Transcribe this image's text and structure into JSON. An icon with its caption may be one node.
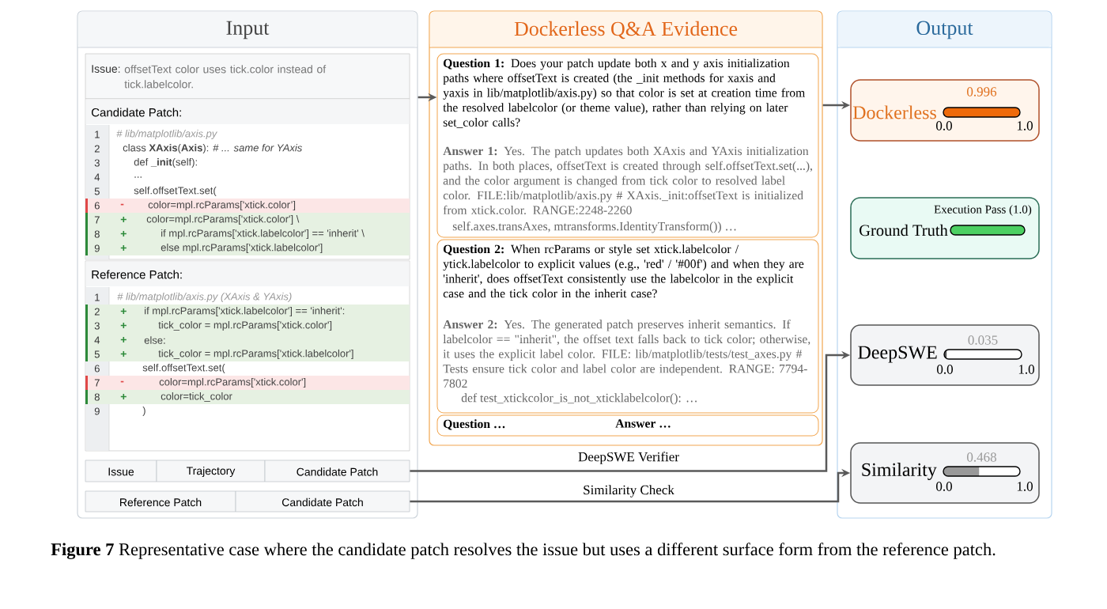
{
  "diagram": {
    "caption": "**Figure 7** Representative case where the candidate patch resolves the issue but uses a different surface form from the reference patch.",
    "nodes": [
      {
        "text": [
          "Input"
        ]
      },
      {
        "text": [
          "Issue:",
          "offsetText color uses tick.color instead of tick.labelcolor."
        ],
        "in": 0
      },
      {
        "text": [
          "Candidate Patch:"
        ],
        "in": 0
      },
      {
        "text": [
          "1",
          "# lib/matplotlib/axis.py"
        ],
        "in": 2
      },
      {
        "text": [
          "2",
          "class **XAxis**(**Axis**):  *# ... same for YAxis*"
        ],
        "in": 2
      },
      {
        "text": [
          "3",
          "def **_init**(self):"
        ],
        "in": 2
      },
      {
        "text": [
          "4",
          "..."
        ],
        "in": 2
      },
      {
        "text": [
          "5",
          "self.offsetText.set("
        ],
        "in": 2
      },
      {
        "text": [
          "6",
          "-",
          "color=mpl.rcParams['xtick.color’]"
        ],
        "in": 2
      },
      {
        "text": [
          "7",
          "+",
          "color=mpl.rcParams['xtick.color'] \\"
        ],
        "in": 2
      },
      {
        "text": [
          "8",
          "+",
          "if mpl.rcParams['xtick.labelcolor'] == 'inherit' \\"
        ],
        "in": 2
      },
      {
        "text": [
          "9",
          "+",
          "else mpl.rcParams['xtick.labelcolor']"
        ],
        "in": 2
      },
      {
        "text": [
          "Reference Patch:"
        ],
        "in": 0
      },
      {
        "text": [
          "1",
          "# lib/matplotlib/axis.py (XAxis & YAxis)"
        ],
        "in": 12
      },
      {
        "text": [
          "2",
          "+",
          "if mpl.rcParams['xtick.labelcolor'] == 'inherit':"
        ],
        "in": 12
      },
      {
        "text": [
          "3",
          "+",
          "tick_color = mpl.rcParams['xtick.color']"
        ],
        "in": 12
      },
      {
        "text": [
          "4",
          "+",
          "else:"
        ],
        "in": 12
      },
      {
        "text": [
          "5",
          "+",
          "tick_color = mpl.rcParams['xtick.labelcolor']"
        ],
        "in": 12
      },
      {
        "text": [
          "6",
          "self.offsetText.set("
        ],
        "in": 12
      },
      {
        "text": [
          "7",
          "-",
          "color=mpl.rcParams['xtick.color']"
        ],
        "in": 12
      },
      {
        "text": [
          "8",
          "+",
          "color=tick_color"
        ],
        "in": 12
      },
      {
        "text": [
          "9",
          ")"
        ],
        "in": 12
      },
      {
        "text": [
          "Issue"
        ],
        "in": 0
      },
      {
        "text": [
          "Trajectory"
        ],
        "in": 0
      },
      {
        "text": [
          "Candidate Patch"
        ],
        "in": 0
      },
      {
        "text": [
          "Reference Patch"
        ],
        "in": 0
      },
      {
        "text": [
          "Candidate Patch"
        ],
        "in": 0
      },
      {
        "text": [
          "Dockerless Q&A Evidence"
        ]
      },
      {
        "text": [
          "**Question 1:** Does your patch update both x and y axis initialization paths where offsetText is created (the _init methods for xaxis and yaxis in lib/matplotlib/axis.py) so that color is set at creation time from the resolved labelcolor (or theme value), rather than relying on later set_color calls?",
          "**Answer 1:** Yes. The patch updates both XAxis and YAxis initialization paths. In both places, offsetText is created through self.offsetText.set(...), and the color argument is changed from tick color to resolved label color. FILE:lib/matplotlib/axis.py # XAxis._init:offsetText is initialized from xtick.color. RANGE:2248-2260",
          "self.axes.transAxes, mtransforms.IdentityTransform()) …"
        ],
        "in": 27
      },
      {
        "text": [
          "**Question 2:** When rcParams or style set xtick.labelcolor / ytick.labelcolor to explicit values (e.g., 'red' / '#00f') and when they are 'inherit', does offsetText consistently use the labelcolor in the explicit case and the tick color in the inherit case?",
          "**Answer 2:** Yes. The generated patch preserves inherit semantics. If labelcolor == \"inherit\", the offset text falls back to tick color; otherwise, it uses the explicit label color. FILE: lib/matplotlib/tests/test_axes.py # Tests ensure tick color and label color are independent. RANGE: 7794-7802",
          "def test_xtickcolor_is_not_xticklabelcolor():  …"
        ],
        "in": 27
      },
      {
        "text": [
          "**Question …**",
          "**Answer …**"
        ],
        "in": 27
      },
      {
        "text": [
          "Output"
        ]
      },
      {
        "text": [
          "Dockerless",
          "0.996",
          "0.0",
          "1.0"
        ],
        "in": 31
      },
      {
        "text": [
          "Execution Pass (1.0)",
          "Ground Truth"
        ],
        "in": 31
      },
      {
        "text": [
          "DeepSWE",
          "0.035",
          "0.0",
          "1.0"
        ],
        "in": 31
      },
      {
        "text": [
          "Similarity",
          "0.468",
          "0.0",
          "1.0"
        ],
        "in": 31
      }
    ],
    "edges": [
      {
        "from": 0,
        "to": 28,
        "arrow": "to"
      },
      {
        "from": 27,
        "to": 32,
        "arrow": "to"
      },
      {
        "from": 24,
        "to": 34,
        "arrow": "to",
        "label": "DeepSWE Verifier"
      },
      {
        "from": 26,
        "to": 35,
        "arrow": "to",
        "label": "Similarity Check"
      }
    ]
  }
}
